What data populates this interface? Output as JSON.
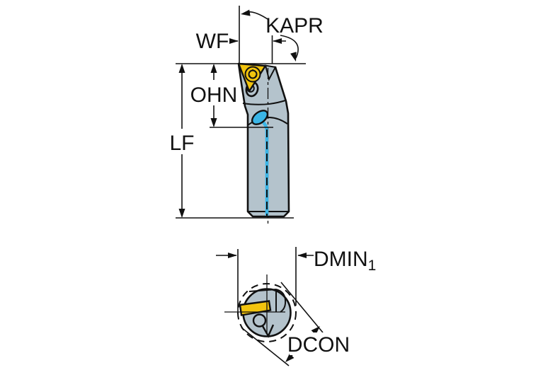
{
  "figure": {
    "kind": "tool-holder-dimension-drawing",
    "views": {
      "side_view": "boring bar with triangular insert, screw clamp and internal coolant channel",
      "end_view": "shank cross-section inside minimum bore circle"
    }
  },
  "labels": {
    "wf": "WF",
    "kapr": "KAPR",
    "ohn": "OHN",
    "lf": "LF",
    "dmin": "DMIN",
    "dmin_sub": "1",
    "dcon": "DCON"
  },
  "colors": {
    "background": "#ffffff",
    "line": "#111111",
    "body": "#b4c3cc",
    "insert": "#f2c40e",
    "coolant": "#3ab5e6"
  }
}
